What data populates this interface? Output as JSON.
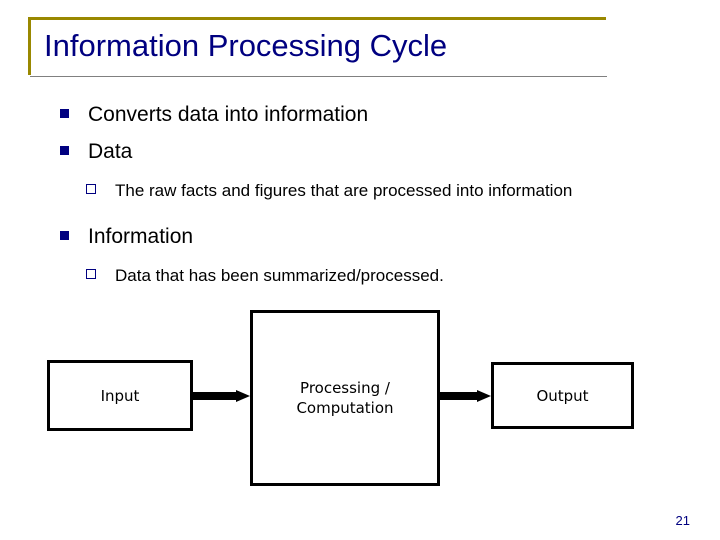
{
  "slide": {
    "title": "Information Processing Cycle",
    "bullets": [
      {
        "level": 1,
        "text": "Converts data into information"
      },
      {
        "level": 1,
        "text": "Data"
      },
      {
        "level": 2,
        "text": "The raw facts and figures that are processed into information"
      },
      {
        "level": 1,
        "text": "Information"
      },
      {
        "level": 2,
        "text": "Data that has been summarized/processed."
      }
    ],
    "diagram": {
      "boxes": [
        {
          "id": "input",
          "label": "Input"
        },
        {
          "id": "processing",
          "label": "Processing /\nComputation"
        },
        {
          "id": "output",
          "label": "Output"
        }
      ],
      "arrows": [
        {
          "from": "input",
          "to": "processing"
        },
        {
          "from": "processing",
          "to": "output"
        }
      ]
    },
    "slide_number": "21",
    "colors": {
      "title": "#000080",
      "frame": "#998800",
      "rule": "#808080",
      "bullet_marker": "#000080",
      "box_border": "#000000"
    }
  }
}
